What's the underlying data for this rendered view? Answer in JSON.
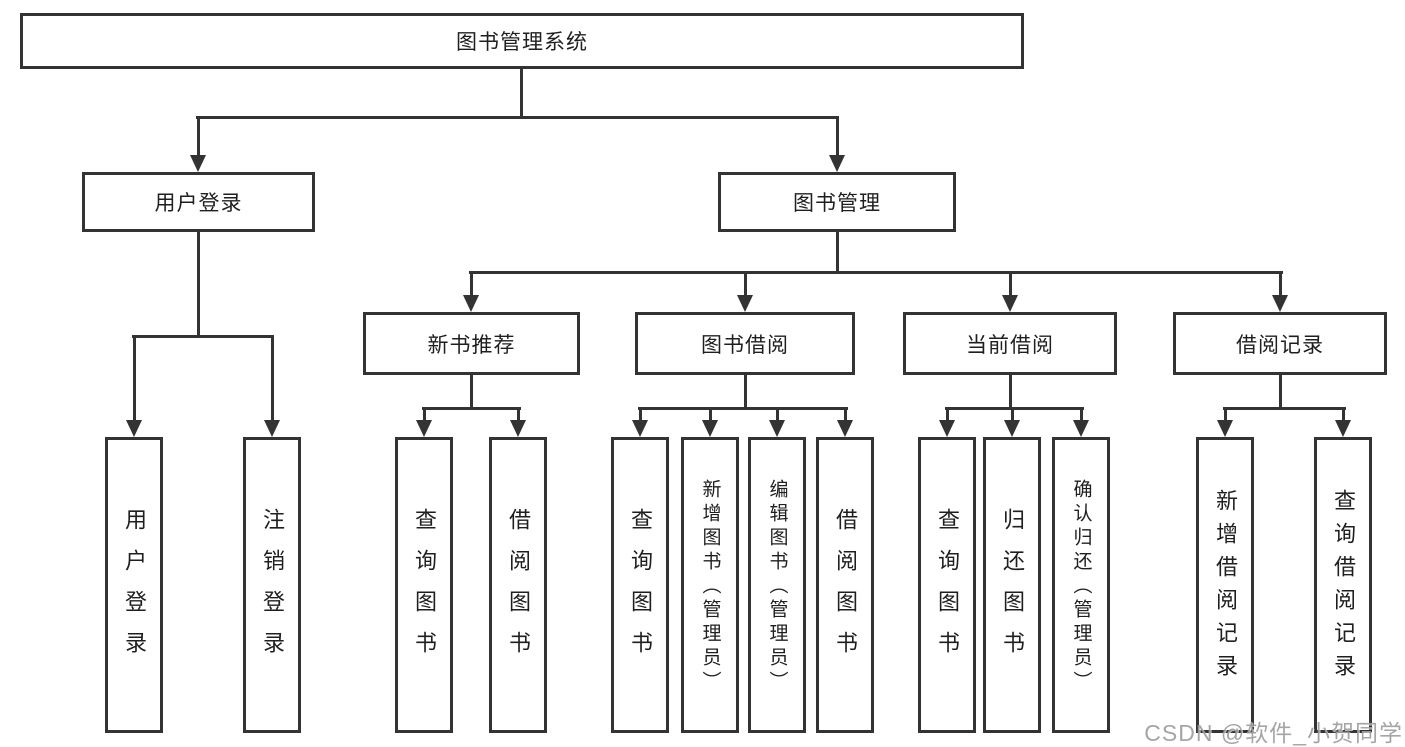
{
  "nodes": {
    "root": "图书管理系统",
    "user_login": "用户登录",
    "book_mgmt": "图书管理",
    "new_book_rec": "新书推荐",
    "book_borrow": "图书借阅",
    "current_borrow": "当前借阅",
    "borrow_record": "借阅记录",
    "ul_login": "用户登录",
    "ul_logout": "注销登录",
    "nb_query": "查询图书",
    "nb_borrow": "借阅图书",
    "bb_query": "查询图书",
    "bb_add": "新增图书（管理员）",
    "bb_edit": "编辑图书（管理员）",
    "bb_borrow": "借阅图书",
    "cb_query": "查询图书",
    "cb_return": "归还图书",
    "cb_confirm": "确认归还（管理员）",
    "br_add": "新增借阅记录",
    "br_query": "查询借阅记录"
  },
  "watermark": "CSDN @软件_小贺同学",
  "colors": {
    "line": "#333333",
    "text": "#1f1f1f",
    "watermark": "#9e9e9e",
    "background": "#ffffff"
  }
}
